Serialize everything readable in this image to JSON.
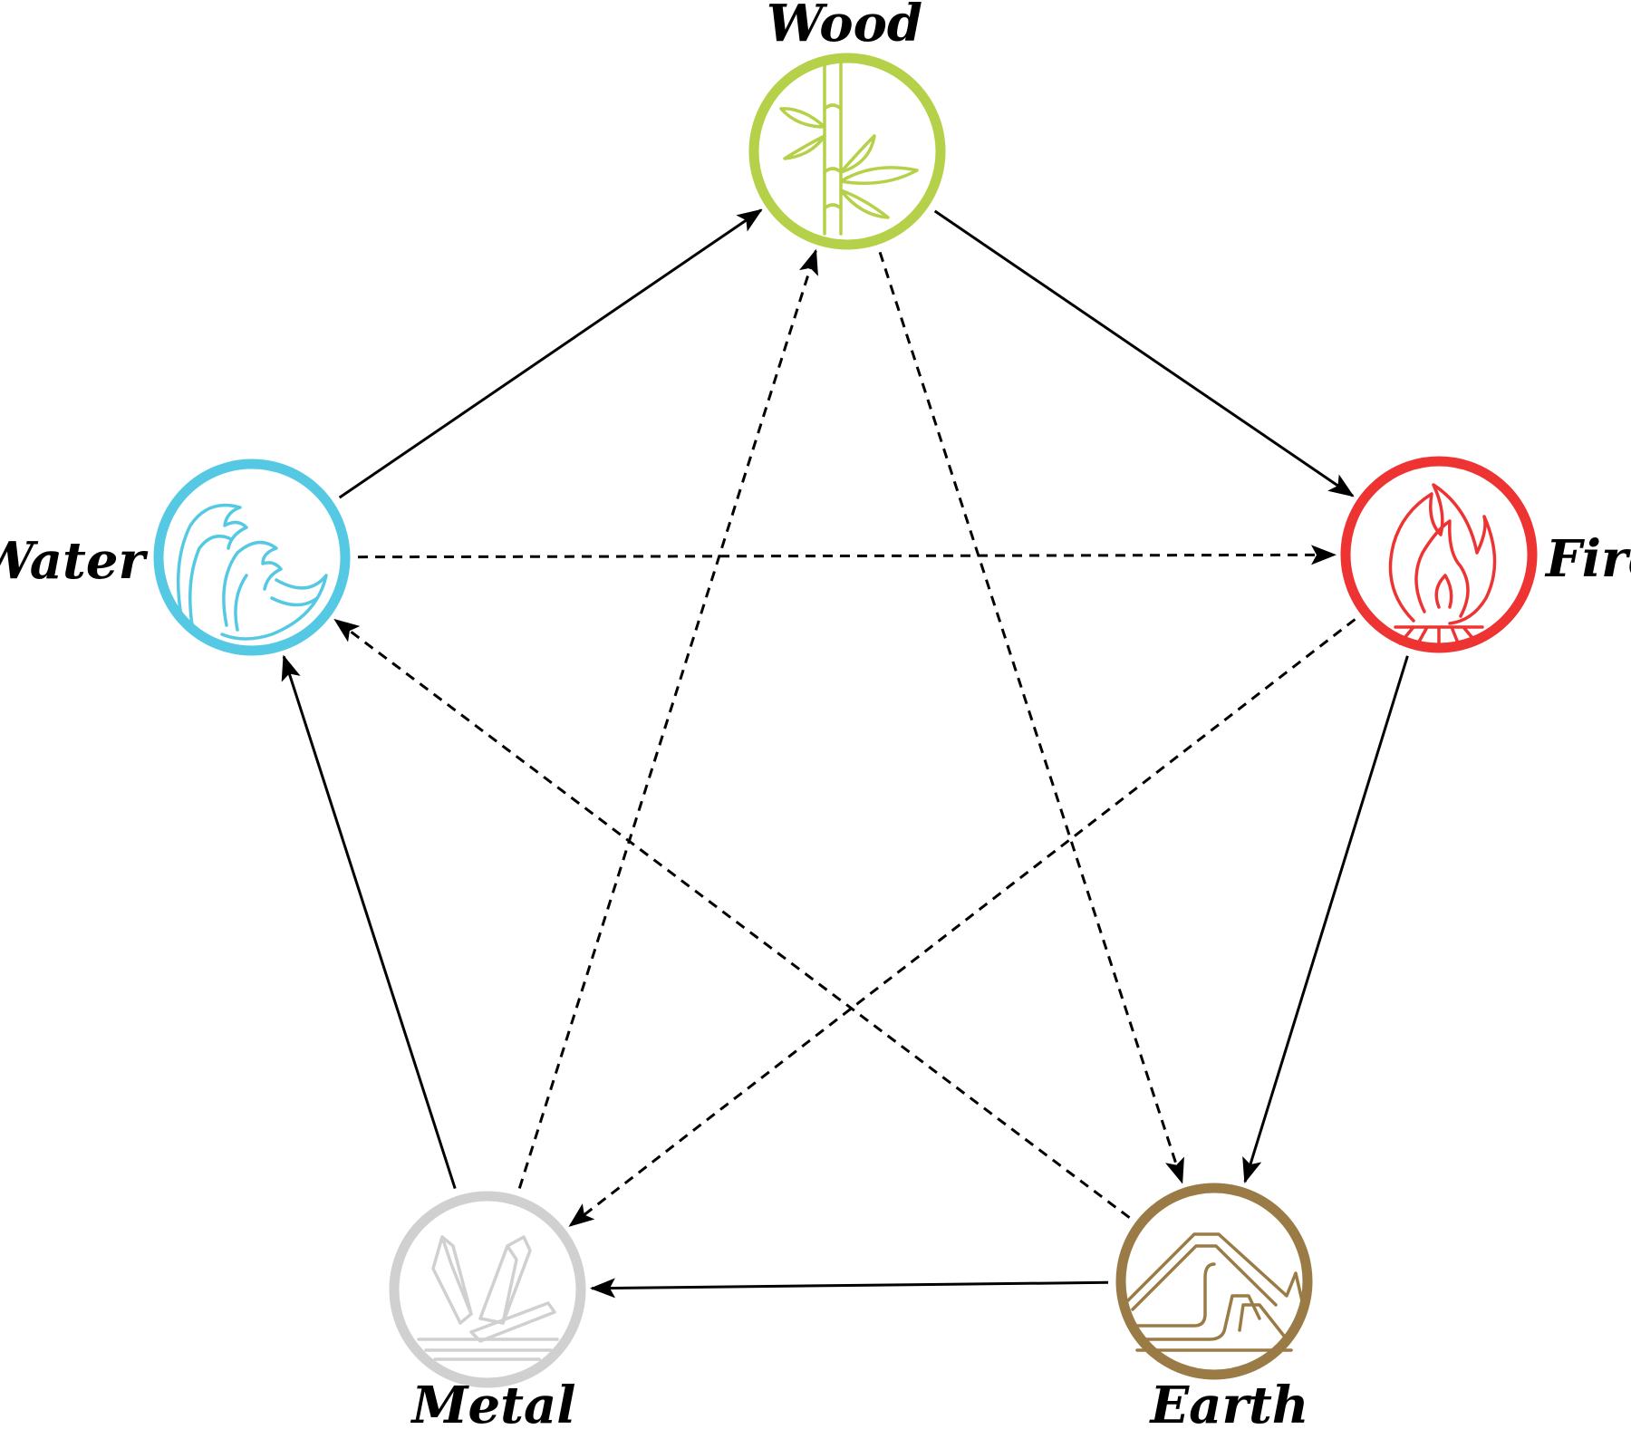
{
  "elements": {
    "wood": {
      "label": "Wood",
      "color": "#b5d149",
      "icon": "bamboo-icon"
    },
    "fire": {
      "label": "Fire",
      "color": "#ee3333",
      "icon": "flame-icon"
    },
    "earth": {
      "label": "Earth",
      "color": "#9a7b45",
      "icon": "mountain-icon"
    },
    "metal": {
      "label": "Metal",
      "color": "#d0d0d0",
      "icon": "crystal-icon"
    },
    "water": {
      "label": "Water",
      "color": "#55c9e3",
      "icon": "wave-icon"
    }
  },
  "generating_cycle": [
    [
      "water",
      "wood"
    ],
    [
      "wood",
      "fire"
    ],
    [
      "fire",
      "earth"
    ],
    [
      "earth",
      "metal"
    ],
    [
      "metal",
      "water"
    ]
  ],
  "controlling_cycle": [
    [
      "water",
      "fire"
    ],
    [
      "fire",
      "metal"
    ],
    [
      "metal",
      "wood"
    ],
    [
      "wood",
      "earth"
    ],
    [
      "earth",
      "water"
    ]
  ]
}
